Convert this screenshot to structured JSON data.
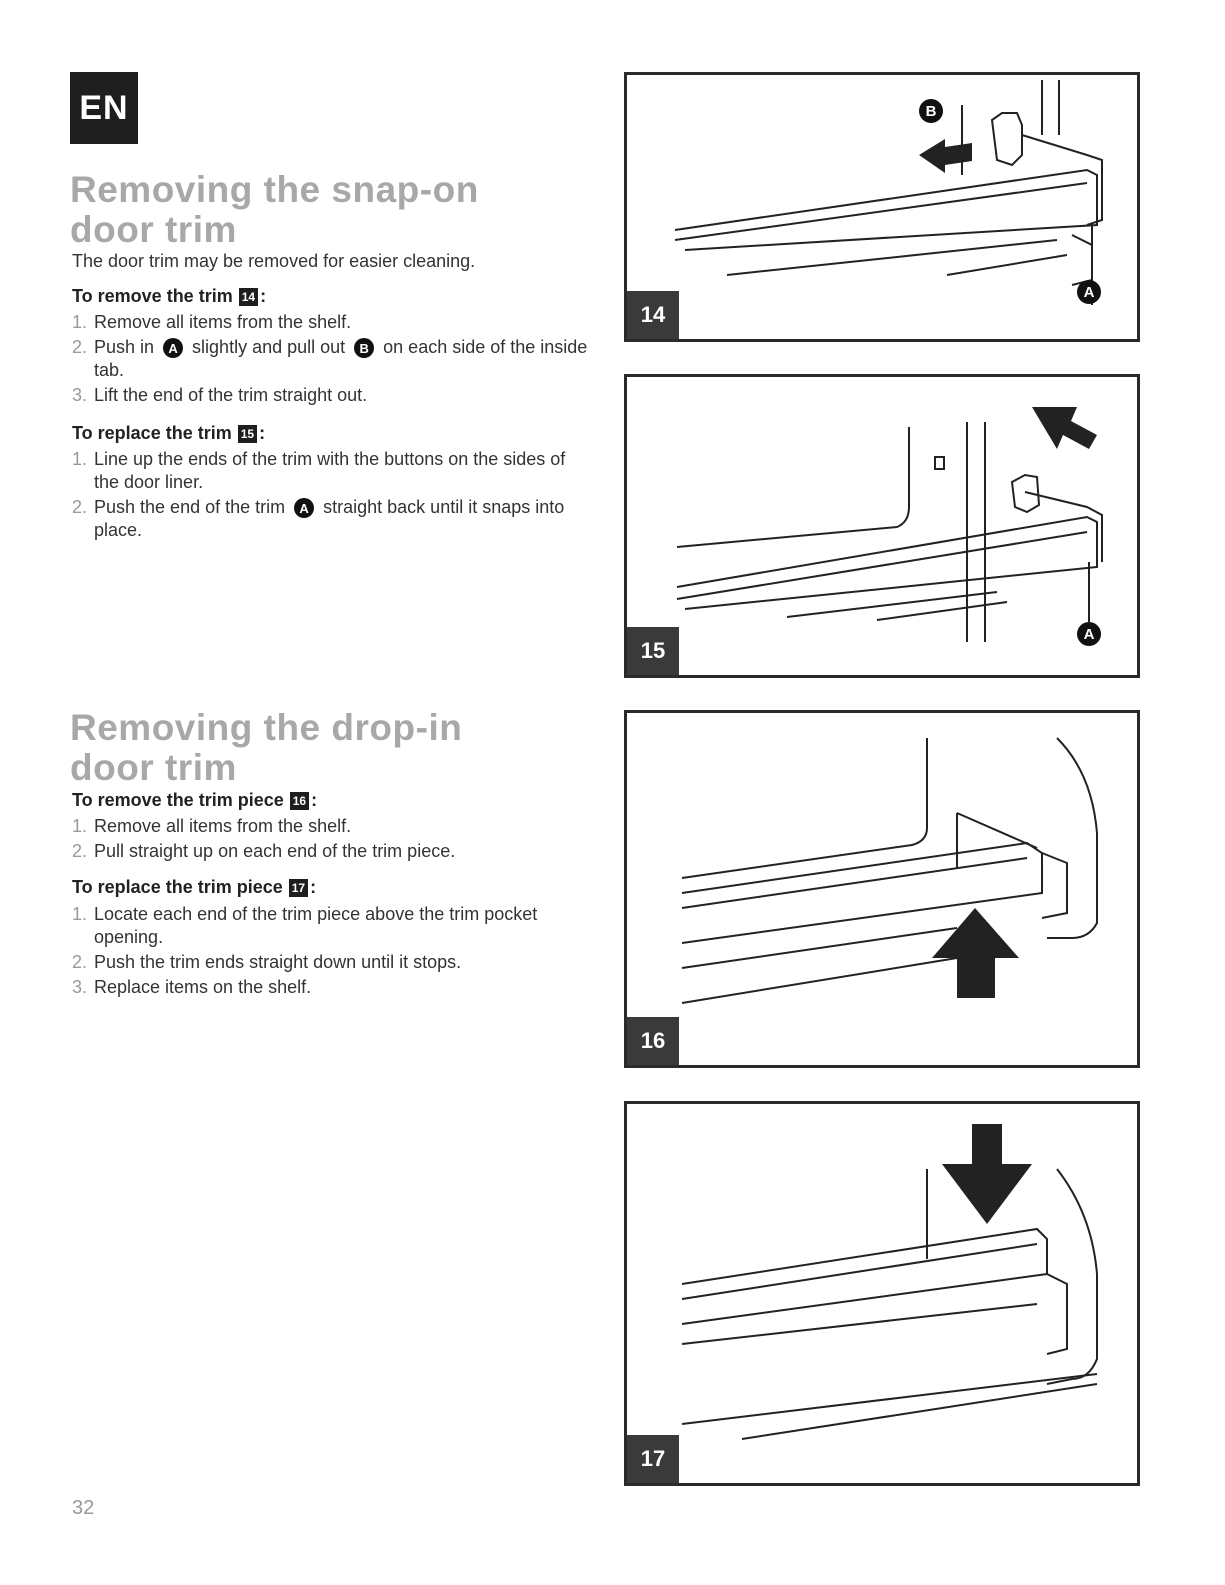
{
  "language_badge": "EN",
  "section1": {
    "heading_line1": "Removing the snap-on",
    "heading_line2": "door trim",
    "intro": "The door trim may be removed for easier cleaning.",
    "remove": {
      "title": "To remove the trim",
      "fig_ref": "14",
      "steps": [
        {
          "num": "1.",
          "text": "Remove all items from the shelf."
        },
        {
          "num": "2.",
          "text_a": "Push in",
          "callout_a": "A",
          "text_b": "slightly and pull out",
          "callout_b": "B",
          "text_c": "on each side of the inside tab."
        },
        {
          "num": "3.",
          "text": "Lift the end of the trim straight out."
        }
      ]
    },
    "replace": {
      "title": "To replace the trim",
      "fig_ref": "15",
      "steps": [
        {
          "num": "1.",
          "text": "Line up the ends of the trim with the buttons on the sides of the door liner."
        },
        {
          "num": "2.",
          "text_a": "Push the end of the trim",
          "callout_a": "A",
          "text_b": "straight back until it snaps into place."
        }
      ]
    }
  },
  "section2": {
    "heading_line1": "Removing the drop-in",
    "heading_line2": "door trim",
    "remove": {
      "title": "To remove the trim piece",
      "fig_ref": "16",
      "steps": [
        {
          "num": "1.",
          "text": "Remove all items from the shelf."
        },
        {
          "num": "2.",
          "text": "Pull straight up on each end of the trim piece."
        }
      ]
    },
    "replace": {
      "title": "To replace the trim piece",
      "fig_ref": "17",
      "steps": [
        {
          "num": "1.",
          "text": "Locate each end of the trim piece above the trim pocket opening."
        },
        {
          "num": "2.",
          "text": "Push the trim ends straight down until it stops."
        },
        {
          "num": "3.",
          "text": "Replace items on the shelf."
        }
      ]
    }
  },
  "figures": [
    {
      "label": "14",
      "callouts": [
        "B",
        "A"
      ]
    },
    {
      "label": "15",
      "callouts": [
        "A"
      ]
    },
    {
      "label": "16"
    },
    {
      "label": "17"
    }
  ],
  "page_number": "32",
  "colors": {
    "heading": "#a8a8a8",
    "badge": "#1e1e1e",
    "step_number": "#999999"
  }
}
